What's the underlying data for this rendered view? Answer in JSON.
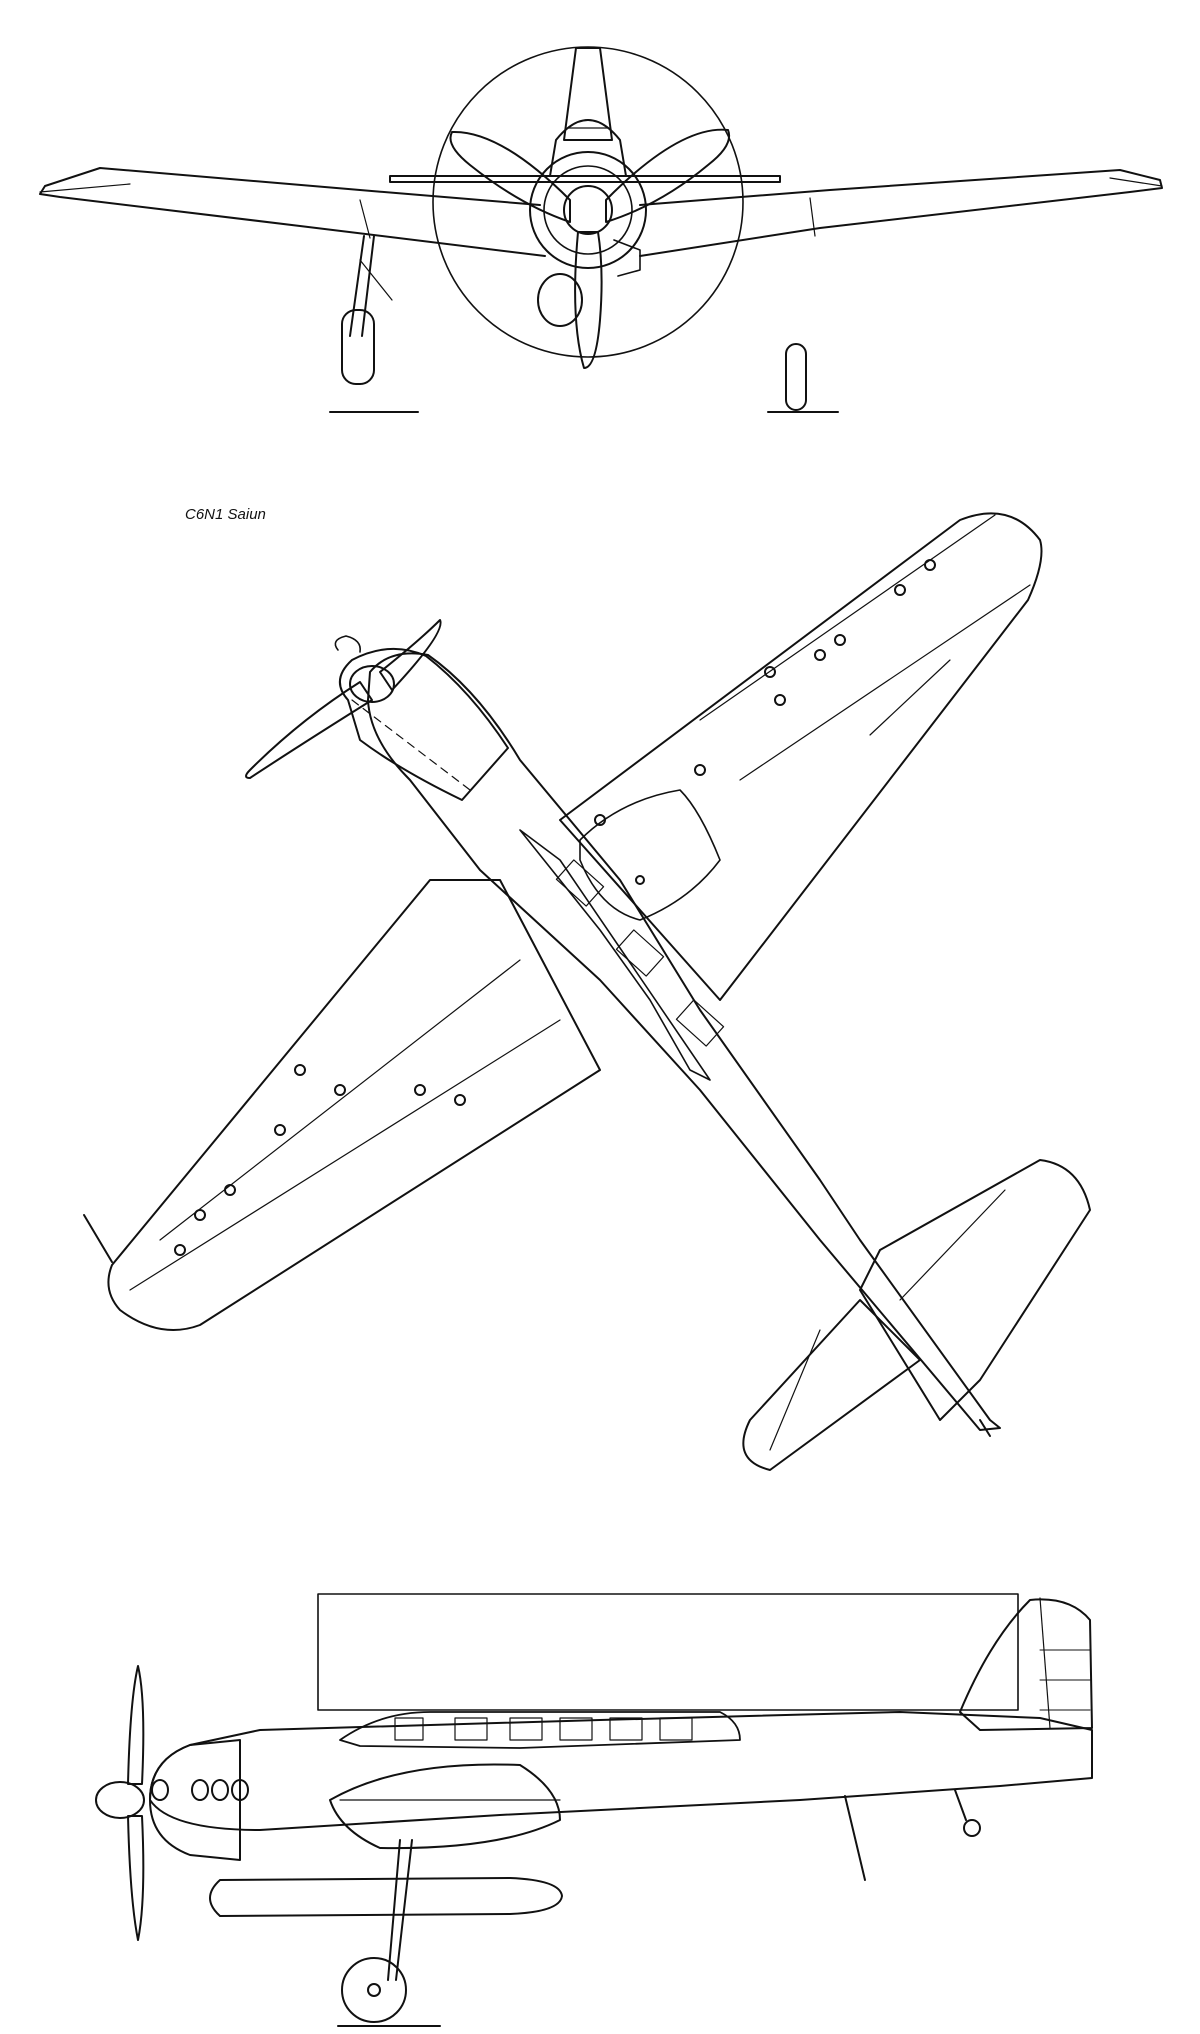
{
  "figure": {
    "caption": "C6N1 Saiun",
    "views": [
      "front-view",
      "plan-view",
      "side-view"
    ],
    "colors": {
      "line": "#111111",
      "background": "#ffffff"
    }
  }
}
